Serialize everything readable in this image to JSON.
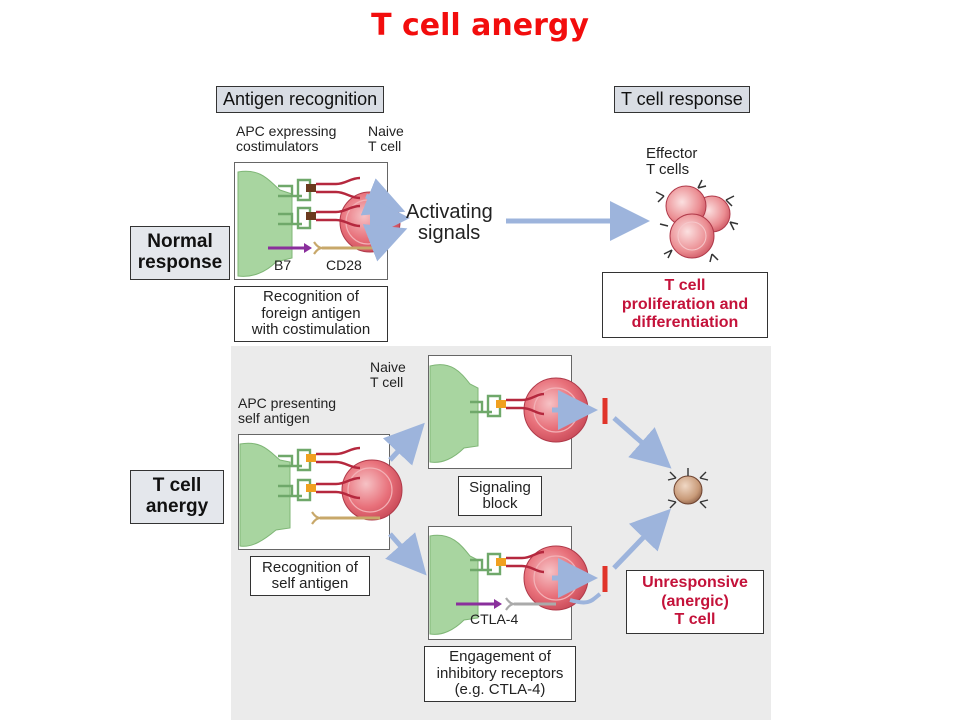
{
  "title": "T cell anergy",
  "headers": {
    "antigen_recognition": "Antigen recognition",
    "t_cell_response": "T cell response"
  },
  "row_labels": {
    "normal_1": "Normal",
    "normal_2": "response",
    "anergy_1": "T cell",
    "anergy_2": "anergy"
  },
  "normal": {
    "apc_label_1": "APC expressing",
    "apc_label_2": "costimulators",
    "naive_1": "Naive",
    "naive_2": "T cell",
    "b7": "B7",
    "cd28": "CD28",
    "activating_1": "Activating",
    "activating_2": "signals",
    "effector_1": "Effector",
    "effector_2": "T cells",
    "caption_1": "Recognition of",
    "caption_2": "foreign antigen",
    "caption_3": "with costimulation",
    "response_1": "T cell",
    "response_2": "proliferation and",
    "response_3": "differentiation"
  },
  "anergy": {
    "naive_1": "Naive",
    "naive_2": "T cell",
    "apc_label_1": "APC presenting",
    "apc_label_2": "self antigen",
    "caption_1": "Recognition of",
    "caption_2": "self antigen",
    "signaling_1": "Signaling",
    "signaling_2": "block",
    "ctla4": "CTLA-4",
    "inhib_1": "Engagement of",
    "inhib_2": "inhibitory receptors",
    "inhib_3": "(e.g. CTLA-4)",
    "unresp_1": "Unresponsive",
    "unresp_2": "(anergic)",
    "unresp_3": "T cell"
  },
  "colors": {
    "title": "#f20d0d",
    "apc": "#a8d5a0",
    "tcell": "#e8707a",
    "arrow": "#9db4dc",
    "block": "#e0342a",
    "response_text": "#c4123a",
    "anergic_cell": "#c89a78",
    "panel_bg": "#ebebeb"
  }
}
